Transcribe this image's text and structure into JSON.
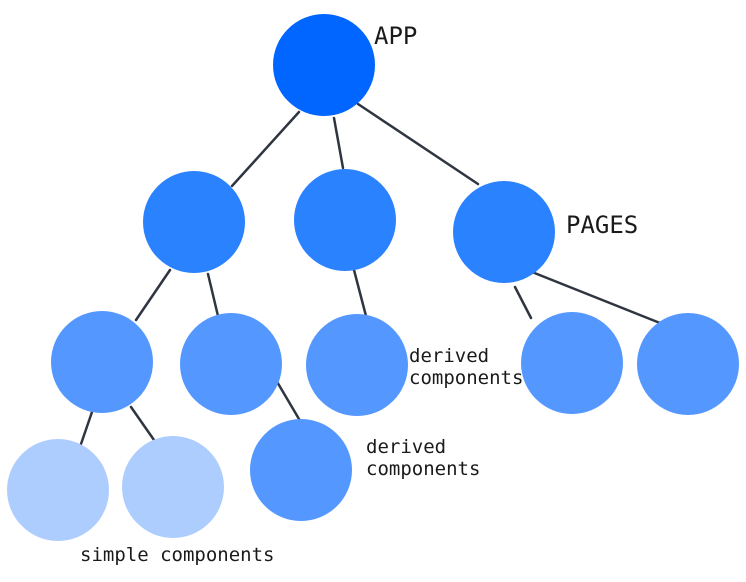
{
  "labels": {
    "app": "APP",
    "pages": "PAGES",
    "derived_1_line1": "derived",
    "derived_1_line2": "components",
    "derived_2_line1": "derived",
    "derived_2_line2": "components",
    "simple": "simple components"
  },
  "colors": {
    "root": "#0066ff",
    "level1": "#2b82ff",
    "level2": "#5498ff",
    "level3": "#aecdff",
    "edge": "#2f3541"
  }
}
